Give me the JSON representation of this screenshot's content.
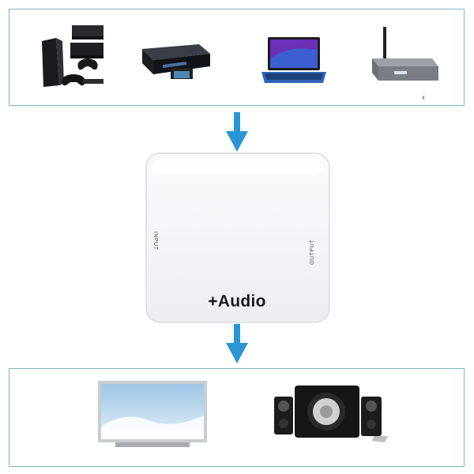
{
  "top_panel": {
    "devices": [
      {
        "icon": "game-console-icon"
      },
      {
        "icon": "blu-ray-player-icon"
      },
      {
        "icon": "laptop-icon"
      },
      {
        "icon": "media-box-router-icon"
      }
    ],
    "chevron": "‹"
  },
  "box": {
    "input_label": "INPUT",
    "output_label": "OUTPUT",
    "audio_label": "+Audio"
  },
  "bottom_panel": {
    "devices": [
      {
        "icon": "tv-monitor-icon"
      },
      {
        "icon": "speaker-system-icon"
      }
    ]
  },
  "colors": {
    "panel_border": "#7fb6c6",
    "arrow": "#2a97d4",
    "box": "#f4f4f6"
  }
}
